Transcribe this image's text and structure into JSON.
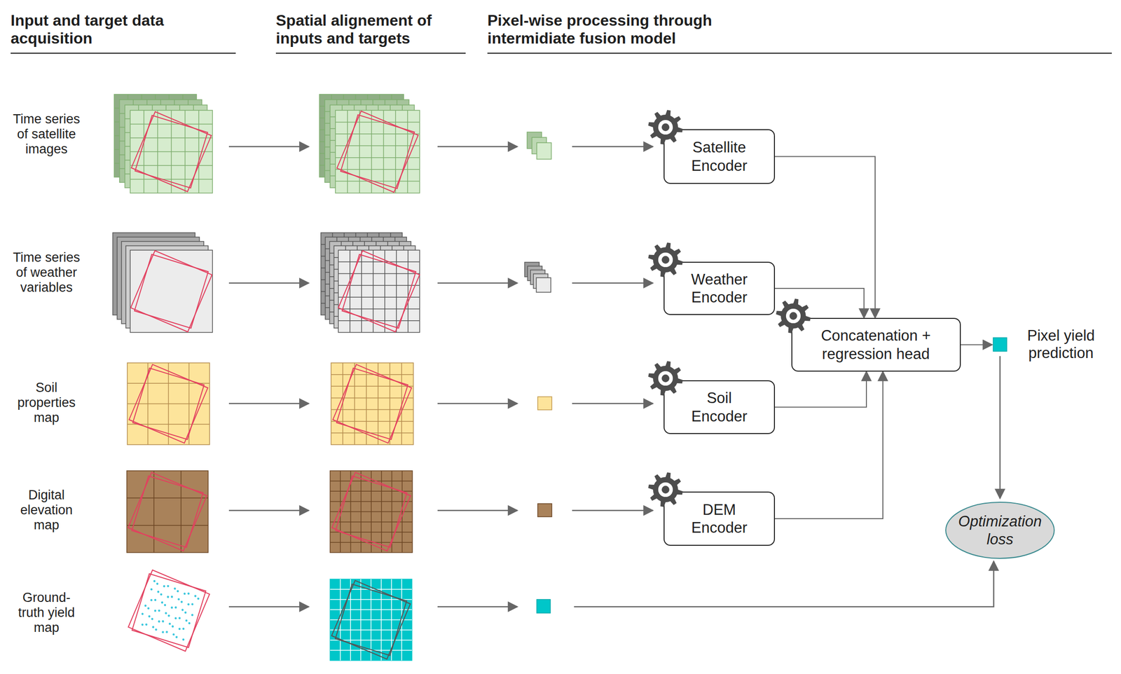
{
  "diagram": {
    "nodes": [
      {
        "text": [
          "Satellite Encoder"
        ]
      },
      {
        "text": [
          "Weather Encoder"
        ]
      },
      {
        "text": [
          "Concatenation + regression head"
        ]
      },
      {
        "text": [
          "Soil Encoder"
        ]
      },
      {
        "text": [
          "DEM Encoder"
        ]
      },
      {
        "text": [
          "Optimization loss"
        ]
      }
    ],
    "edges": [
      {
        "from": 0,
        "to": 2,
        "arrow": "to"
      },
      {
        "from": 1,
        "to": 2,
        "arrow": "to"
      },
      {
        "from": 3,
        "to": 2,
        "arrow": "to"
      },
      {
        "from": 4,
        "to": 2,
        "arrow": "to"
      }
    ],
    "labels": [
      "Input and target data acquisition",
      "Spatial alignement of inputs and targets",
      "Pixel-wise processing through intermidiate fusion model",
      "Time series of satellite images",
      "Time series of weather variables",
      "Soil properties map",
      "Digital elevation map",
      "Ground-truth yield map",
      "Pixel yield prediction"
    ]
  }
}
